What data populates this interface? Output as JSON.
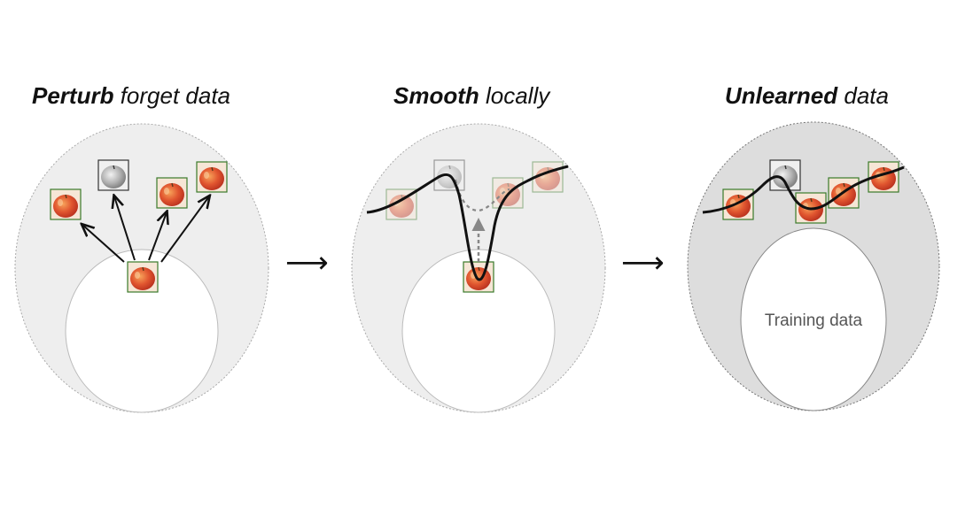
{
  "panels": [
    {
      "title_bold": "Perturb",
      "title_rest": " forget data"
    },
    {
      "title_bold": "Smooth",
      "title_rest": " locally"
    },
    {
      "title_bold": "Unlearned",
      "title_rest": " data"
    }
  ],
  "flow_arrow": "⟶",
  "training_label": "Training data",
  "colors": {
    "outer_light": "#eeeeee",
    "outer_dark": "#dddddd",
    "inner": "#ffffff",
    "curve": "#111111",
    "dashed": "#888888",
    "apple_red": "#d94a2a",
    "apple_border": "#3a7a2a"
  }
}
